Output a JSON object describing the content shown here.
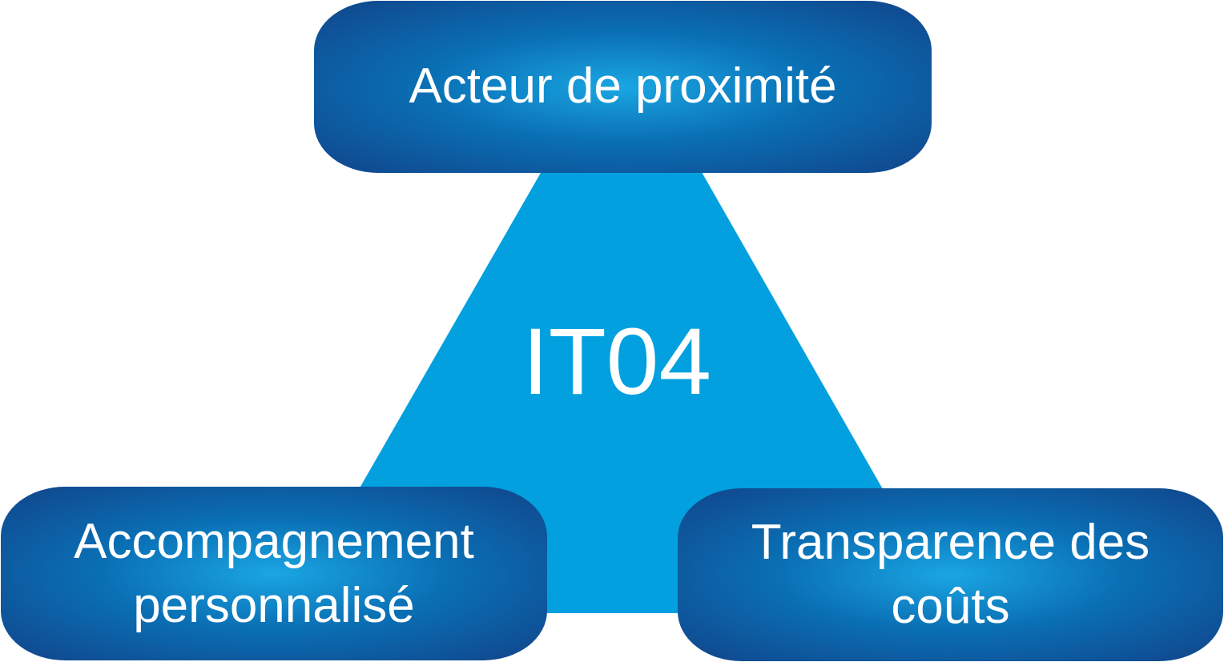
{
  "diagram": {
    "center_label": "IT04",
    "nodes": [
      {
        "id": "top",
        "label": "Acteur de proximité"
      },
      {
        "id": "left",
        "label": "Accompagnement personnalisé"
      },
      {
        "id": "right",
        "label": "Transparence des coûts"
      }
    ],
    "colors": {
      "triangle_fill": "#02a0df",
      "pill_light": "#1aa6e3",
      "pill_mid": "#0a6fb4",
      "pill_dark": "#11448a",
      "text": "#ffffff"
    }
  }
}
